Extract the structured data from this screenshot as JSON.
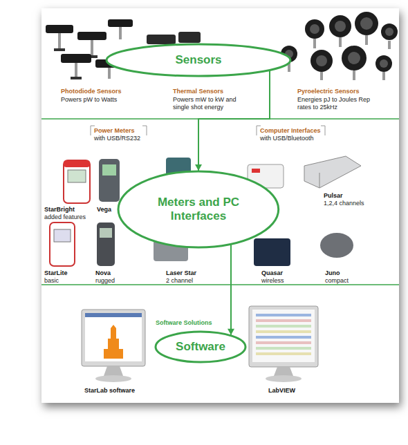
{
  "diagram": {
    "nodes": [
      {
        "text": [
          "Sensors"
        ]
      },
      {
        "text": [
          "Meters and PC Interfaces"
        ]
      },
      {
        "text": [
          "Software"
        ]
      }
    ],
    "edges": [
      {
        "from": 0,
        "to": 1,
        "arrow": "to"
      },
      {
        "from": 1,
        "to": 2,
        "arrow": "to"
      }
    ],
    "labels": [
      "Photodiode Sensors",
      "Powers pW to Watts",
      "Thermal Sensors",
      "Powers mW to kW and single shot energy",
      "Pyroelectric Sensors",
      "Energies pJ to Joules Rep rates to 25kHz",
      "Power Meters",
      "with USB/RS232",
      "Computer Interfaces",
      "with USB/Bluetooth",
      "StarBright",
      "added features",
      "Vega",
      "Pulsar",
      "1,2,4 channels",
      "StarLite",
      "basic",
      "Nova",
      "rugged",
      "Laser Star",
      "2 channel",
      "Quasar",
      "wireless",
      "Juno",
      "compact",
      "Software Solutions",
      "StarLab software",
      "LabVIEW"
    ]
  }
}
